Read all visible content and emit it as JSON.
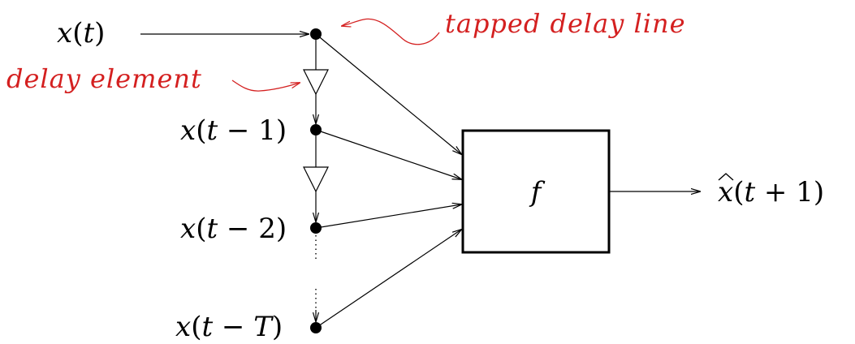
{
  "inputs": {
    "x_t": "x(t)",
    "x_t1": "x(t − 1)",
    "x_t2": "x(t − 2)",
    "x_tT": "x(t − T)"
  },
  "function_label": "f",
  "output": "x̂(t + 1)",
  "annotations": {
    "tapped_delay_line": "tapped  delay  line",
    "delay_element": "delay  element"
  },
  "colors": {
    "annotation": "#d42020",
    "line": "#000000"
  }
}
